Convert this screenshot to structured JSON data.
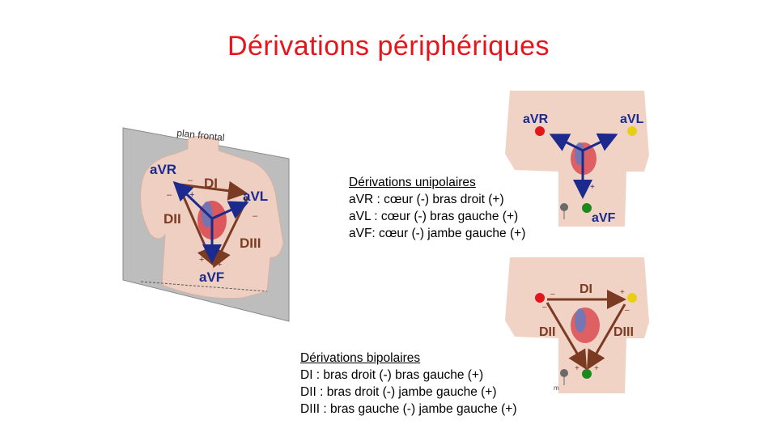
{
  "title": "Dérivations périphériques",
  "colors": {
    "title": "#e8141b",
    "arrow_blue": "#1b2a8c",
    "arrow_brown": "#7a3b22",
    "skin": "#f1d3c6",
    "plane": "#b9b9b9",
    "electrode_red": "#e3161b",
    "electrode_yellow": "#e8cf16",
    "electrode_green": "#1b8a1b",
    "electrode_gray": "#6a6a6a"
  },
  "left_figure": {
    "plane_label": "plan frontal",
    "leads": {
      "avr": "aVR",
      "avl": "aVL",
      "avf": "aVF",
      "di": "DI",
      "dii": "DII",
      "diii": "DIII"
    },
    "signs": {
      "plus": "+",
      "minus": "–"
    }
  },
  "unipolar": {
    "heading": "Dérivations unipolaires",
    "lines": [
      "aVR : cœur (-) bras droit (+)",
      "aVL : cœur (-) bras gauche (+)",
      "aVF: cœur (-) jambe gauche (+)"
    ],
    "labels": {
      "avr": "aVR",
      "avl": "aVL",
      "avf": "aVF"
    }
  },
  "bipolar": {
    "heading": "Dérivations bipolaires",
    "lines": [
      "DI : bras droit (-) bras gauche (+)",
      "DII : bras droit (-) jambe gauche (+)",
      "DIII : bras gauche (-) jambe gauche (+)"
    ],
    "labels": {
      "di": "DI",
      "dii": "DII",
      "diii": "DIII"
    }
  },
  "small_mark": "m"
}
